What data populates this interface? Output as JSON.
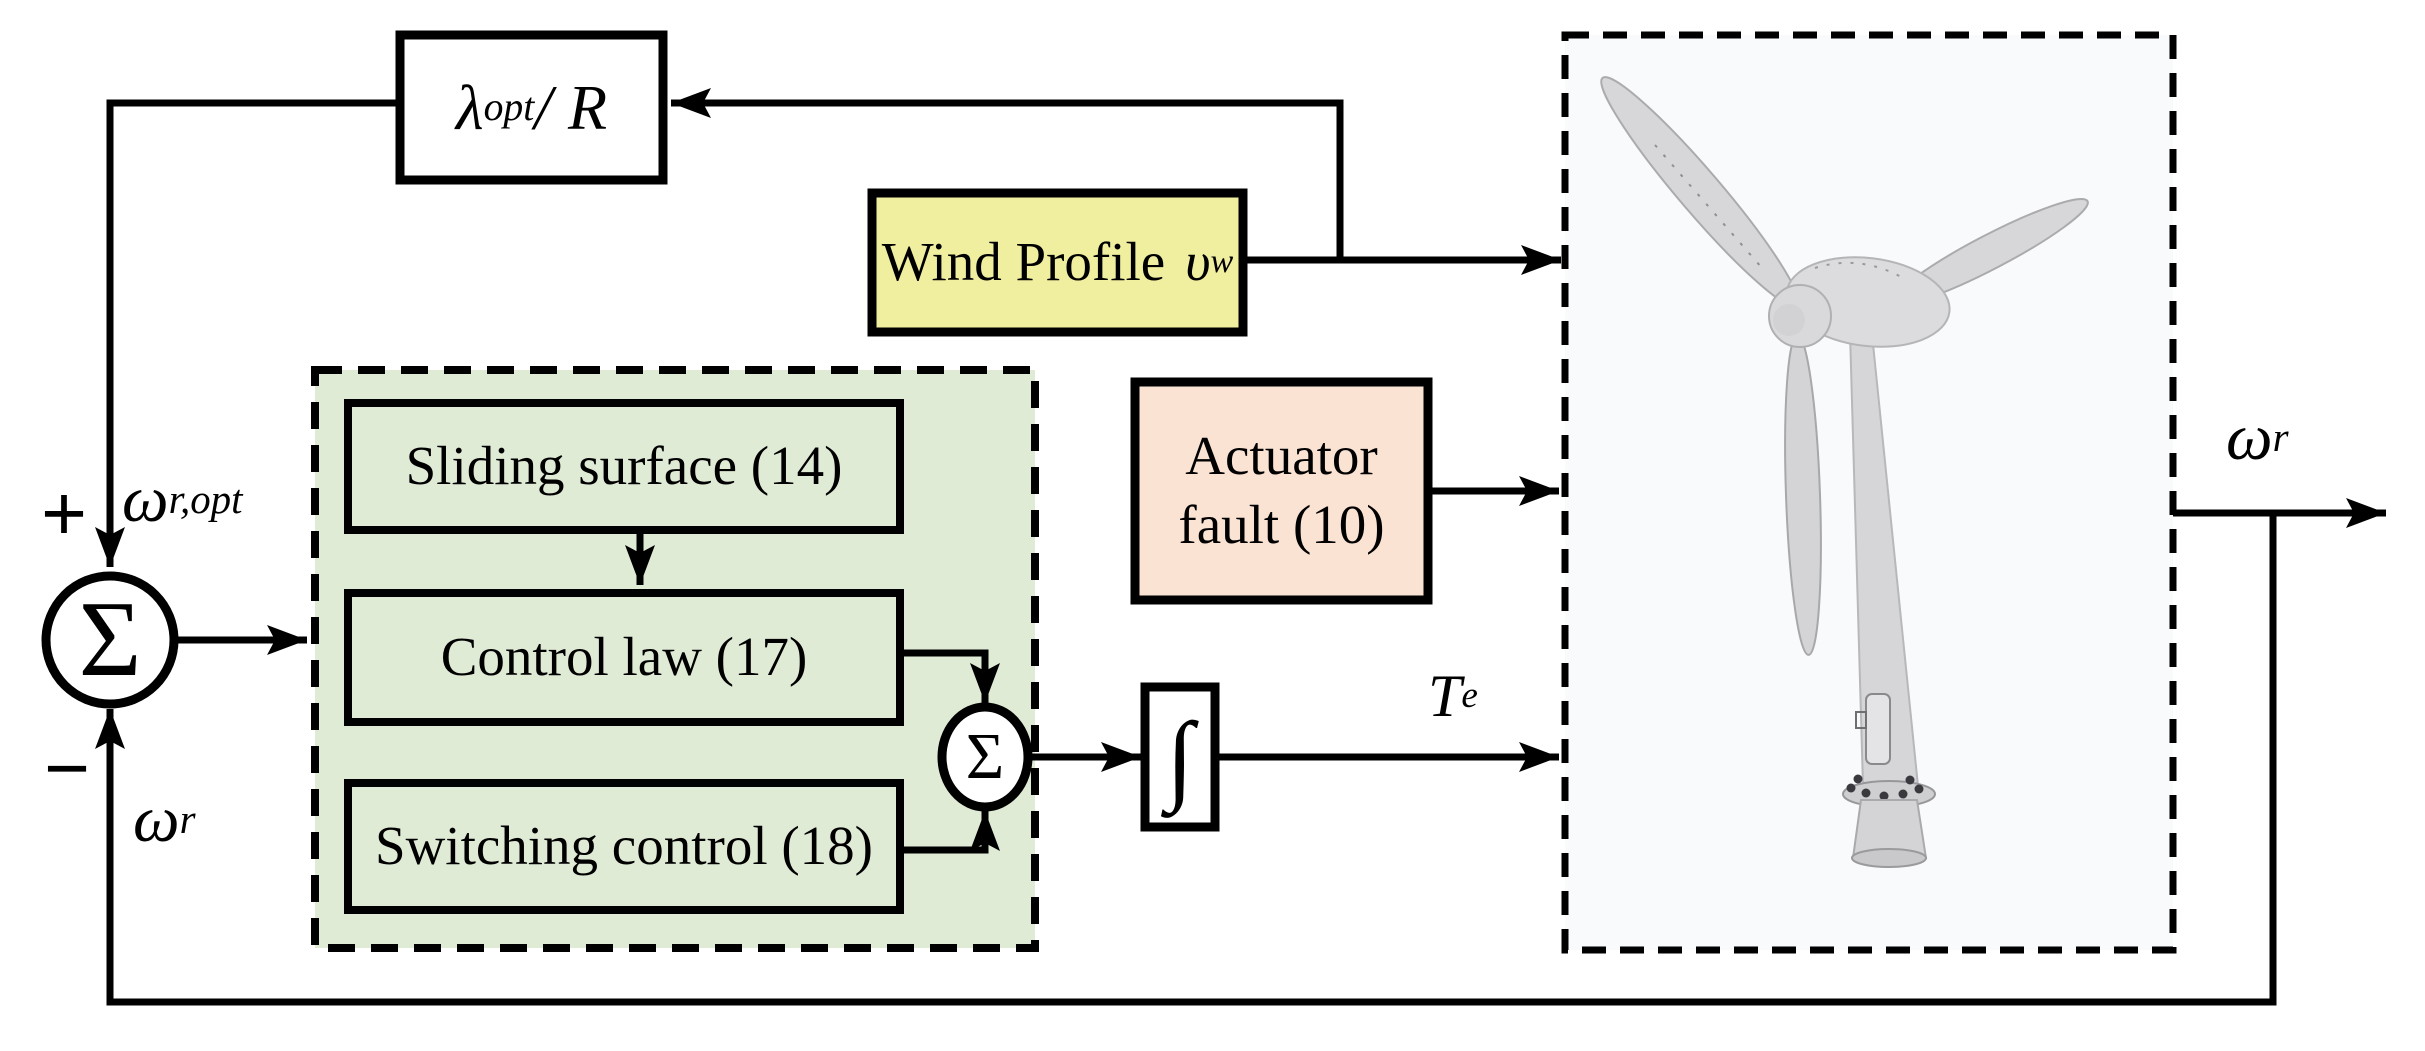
{
  "diagram": {
    "title_hint": "Sliding-mode control block diagram of a wind turbine",
    "colors": {
      "wind_fill": "#F0EFA0",
      "fault_fill": "#FAE3D3",
      "controller_fill": "#E0EBD6",
      "plant_fill": "#F8FAFC",
      "line": "#000000"
    },
    "blocks": {
      "lambda_gain": {
        "sym": "λ",
        "sub": "opt",
        "rest": " / R"
      },
      "wind_profile": {
        "label": "Wind Profile",
        "sym": "υ",
        "sub": "w"
      },
      "actuator_fault": {
        "line1": "Actuator",
        "line2": "fault (10)"
      },
      "sliding_surface": {
        "label": "Sliding surface (14)"
      },
      "control_law": {
        "label": "Control law (17)"
      },
      "switching_control": {
        "label": "Switching control (18)"
      },
      "sum_junction": {
        "sym": "Σ"
      },
      "integrator": {
        "sym": "∫"
      }
    },
    "signs": {
      "plus": "+",
      "minus": "−"
    },
    "signals": {
      "omega_ref": {
        "sym": "ω",
        "sub": "r,opt"
      },
      "omega_r": {
        "sym": "ω",
        "sub": "r"
      },
      "torque": {
        "sym": "T",
        "sub": "e"
      }
    }
  }
}
